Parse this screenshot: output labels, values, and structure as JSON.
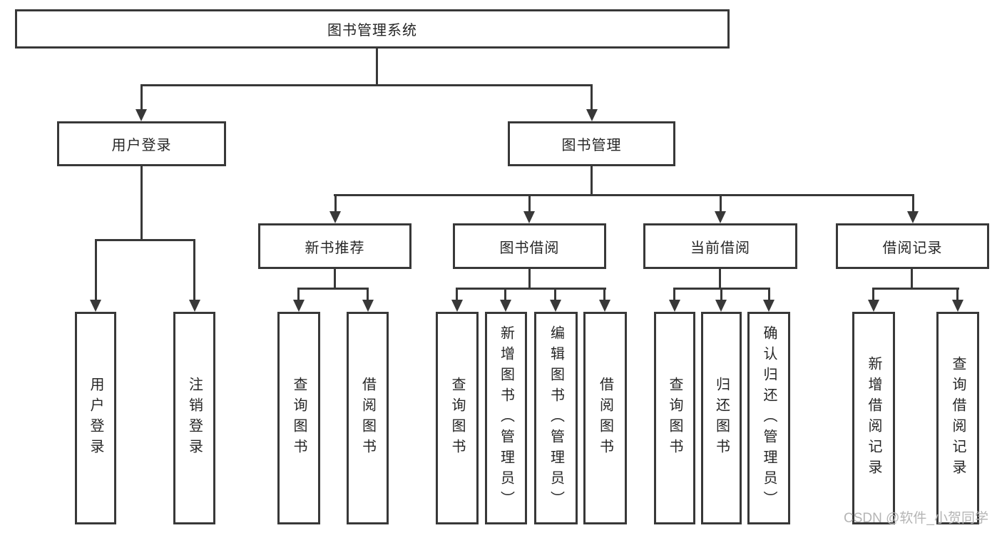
{
  "diagram_title": "图书管理系统",
  "nodes": {
    "root": {
      "label": "图书管理系统"
    },
    "user_login": {
      "label": "用户登录"
    },
    "book_mgmt": {
      "label": "图书管理"
    },
    "new_books": {
      "label": "新书推荐"
    },
    "book_borrow": {
      "label": "图书借阅"
    },
    "current_borrow": {
      "label": "当前借阅"
    },
    "borrow_records": {
      "label": "借阅记录"
    },
    "leaf_user_login": {
      "label": "用户登录"
    },
    "leaf_logout": {
      "label": "注销登录"
    },
    "nb_query_books": {
      "label": "查询图书"
    },
    "nb_borrow_books": {
      "label": "借阅图书"
    },
    "bb_query_books": {
      "label": "查询图书"
    },
    "bb_add_books": {
      "label": "新增图书（管理员）"
    },
    "bb_edit_books": {
      "label": "编辑图书（管理员）"
    },
    "bb_borrow_books": {
      "label": "借阅图书"
    },
    "cb_query_books": {
      "label": "查询图书"
    },
    "cb_return_books": {
      "label": "归还图书"
    },
    "cb_confirm_return": {
      "label": "确认归还（管理员）"
    },
    "br_add_record": {
      "label": "新增借阅记录"
    },
    "br_query_record": {
      "label": "查询借阅记录"
    }
  },
  "tree": {
    "label": "图书管理系统",
    "children": [
      {
        "label": "用户登录",
        "children": [
          {
            "label": "用户登录"
          },
          {
            "label": "注销登录"
          }
        ]
      },
      {
        "label": "图书管理",
        "children": [
          {
            "label": "新书推荐",
            "children": [
              {
                "label": "查询图书"
              },
              {
                "label": "借阅图书"
              }
            ]
          },
          {
            "label": "图书借阅",
            "children": [
              {
                "label": "查询图书"
              },
              {
                "label": "新增图书（管理员）"
              },
              {
                "label": "编辑图书（管理员）"
              },
              {
                "label": "借阅图书"
              }
            ]
          },
          {
            "label": "当前借阅",
            "children": [
              {
                "label": "查询图书"
              },
              {
                "label": "归还图书"
              },
              {
                "label": "确认归还（管理员）"
              }
            ]
          },
          {
            "label": "借阅记录",
            "children": [
              {
                "label": "新增借阅记录"
              },
              {
                "label": "查询借阅记录"
              }
            ]
          }
        ]
      }
    ]
  },
  "watermark": {
    "text": "CSDN @软件_小贺同学"
  },
  "colors": {
    "line": "#383838",
    "text": "#262626",
    "box_fill": "#ffffff",
    "background": "#ffffff",
    "watermark_text": "#b5b5b5"
  }
}
